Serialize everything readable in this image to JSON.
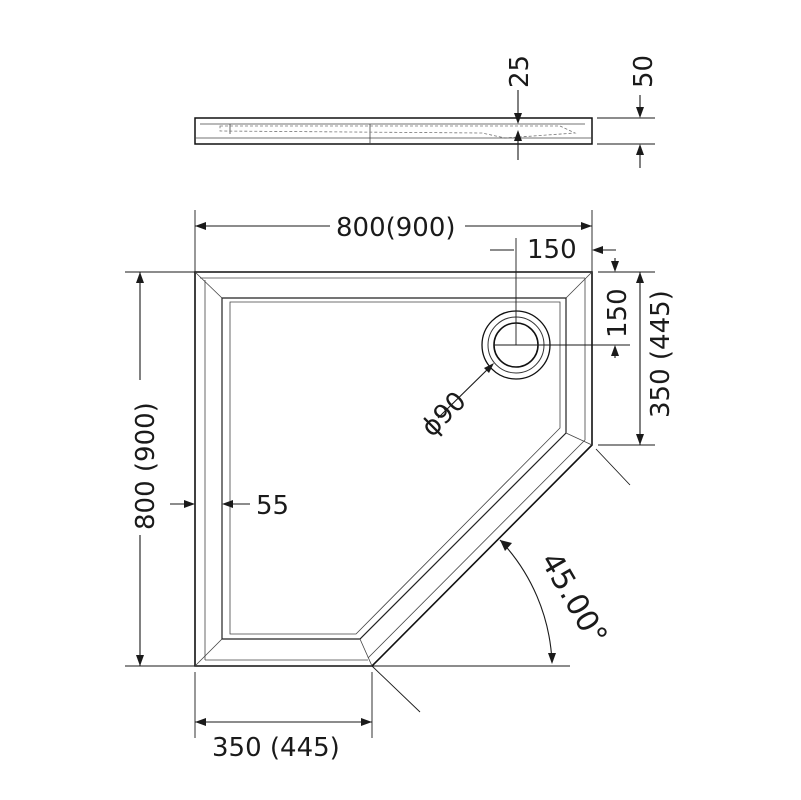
{
  "dimensions": {
    "side_height_depth": "25",
    "side_height_total": "50",
    "width_top": "800(900)",
    "drain_offset_x": "150",
    "drain_offset_y": "150",
    "right_side_length": "350 (445)",
    "drain_diameter": "ϕ90",
    "left_height": "800 (900)",
    "rim_width": "55",
    "angle": "45.00°",
    "bottom_length": "350 (445)"
  }
}
